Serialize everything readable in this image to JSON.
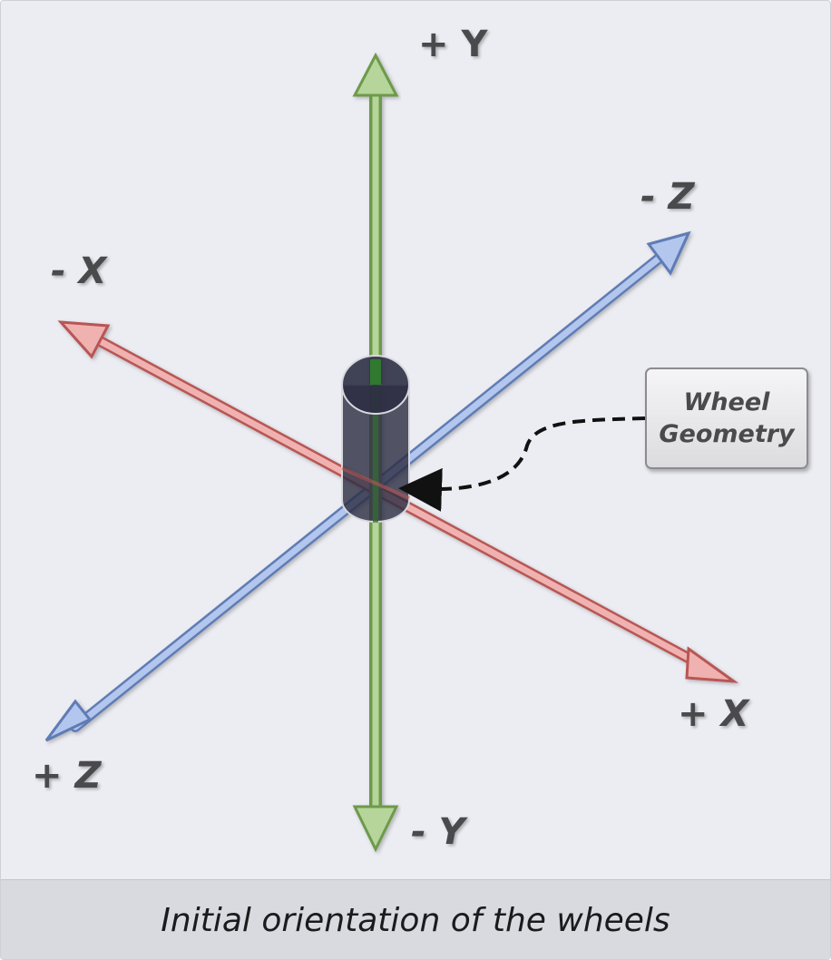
{
  "diagram": {
    "axes": [
      {
        "id": "y",
        "positive_label": "+ Y",
        "negative_label": "- Y",
        "color": "#9cc07c"
      },
      {
        "id": "x",
        "positive_label": "+ X",
        "negative_label": "- X",
        "color": "#e3a4a2"
      },
      {
        "id": "z",
        "positive_label": "+ Z",
        "negative_label": "- Z",
        "color": "#a6bbe6"
      }
    ],
    "callout": {
      "line1": "Wheel",
      "line2": "Geometry"
    },
    "wheel_color": "#2e2f44"
  },
  "caption": {
    "text": "Initial orientation of the wheels"
  }
}
